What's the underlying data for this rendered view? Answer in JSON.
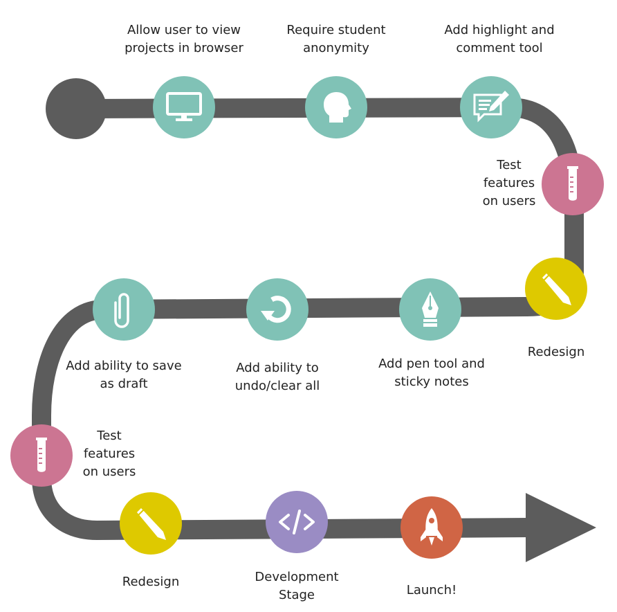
{
  "colors": {
    "track": "#5c5c5c",
    "teal": "#80c2b6",
    "pink": "#cc7592",
    "yellow": "#dec900",
    "purple": "#9a8cc4",
    "orange": "#d06545",
    "icon": "#ffffff"
  },
  "steps": [
    {
      "id": "view-in-browser",
      "label": "Allow user to view\nprojects in browser",
      "icon": "monitor-icon",
      "color": "teal"
    },
    {
      "id": "anonymity",
      "label": "Require student\nanonymity",
      "icon": "head-silhouette-icon",
      "color": "teal"
    },
    {
      "id": "highlight-comment",
      "label": "Add highlight and\ncomment tool",
      "icon": "comment-pen-icon",
      "color": "teal"
    },
    {
      "id": "test-1",
      "label": "Test\nfeatures\non users",
      "icon": "test-tube-icon",
      "color": "pink"
    },
    {
      "id": "redesign-1",
      "label": "Redesign",
      "icon": "pencil-icon",
      "color": "yellow"
    },
    {
      "id": "pen-sticky",
      "label": "Add pen tool and\nsticky notes",
      "icon": "fountain-pen-icon",
      "color": "teal"
    },
    {
      "id": "undo-clear",
      "label": "Add ability to\nundo/clear all",
      "icon": "undo-icon",
      "color": "teal"
    },
    {
      "id": "save-draft",
      "label": "Add ability to save\nas draft",
      "icon": "paperclip-icon",
      "color": "teal"
    },
    {
      "id": "test-2",
      "label": "Test\nfeatures\non users",
      "icon": "test-tube-icon",
      "color": "pink"
    },
    {
      "id": "redesign-2",
      "label": "Redesign",
      "icon": "pencil-icon",
      "color": "yellow"
    },
    {
      "id": "development",
      "label": "Development\nStage",
      "icon": "code-icon",
      "color": "purple"
    },
    {
      "id": "launch",
      "label": "Launch!",
      "icon": "rocket-icon",
      "color": "orange"
    }
  ]
}
